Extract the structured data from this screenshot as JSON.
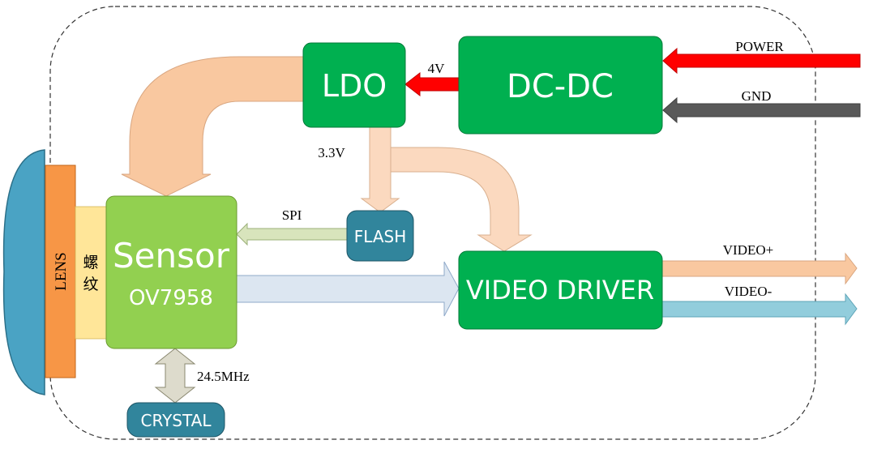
{
  "blocks": {
    "ldo": "LDO",
    "dcdc": "DC-DC",
    "sensor": "Sensor",
    "sensor_model": "OV7958",
    "flash": "FLASH",
    "video_driver": "VIDEO DRIVER",
    "crystal": "CRYSTAL",
    "lens": "LENS",
    "thread": "螺纹"
  },
  "signals": {
    "power": "POWER",
    "gnd": "GND",
    "v4": "4V",
    "v33": "3.3V",
    "spi": "SPI",
    "video_plus": "VIDEO+",
    "video_minus": "VIDEO-",
    "freq": "24.5MHz"
  },
  "colors": {
    "block_green_dark": "#00b050",
    "block_green_light": "#92d050",
    "block_teal": "#31859c",
    "lens_blue": "#4aa3c4",
    "lens_orange": "#f79646",
    "thread_yellow": "#ffe699",
    "power_red": "#ff0000",
    "gnd_gray": "#595959",
    "arrow_peach": "#f9c8a0",
    "arrow_peach_light": "#fbd9bf",
    "arrow_blue_gray": "#dce6f1",
    "arrow_video_minus": "#92cddc",
    "arrow_spi": "#d8e4bc",
    "arrow_crystal": "#dddbcc"
  }
}
